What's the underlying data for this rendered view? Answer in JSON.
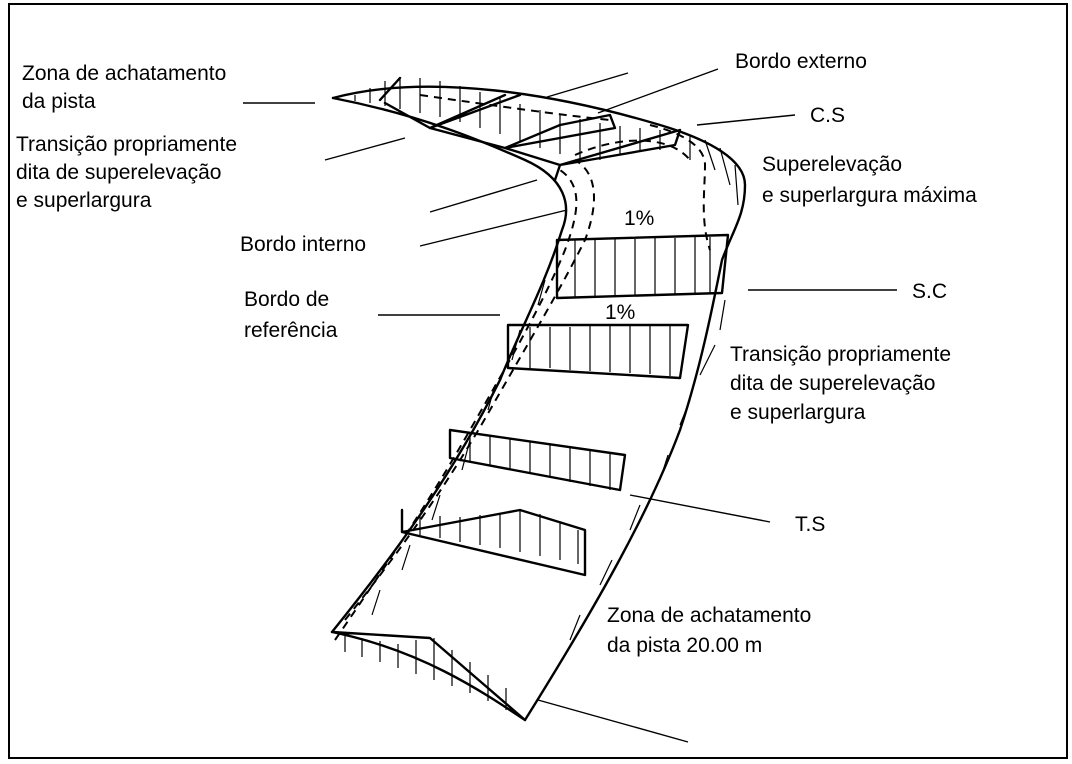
{
  "labels": {
    "zona_top_1": "Zona de achatamento",
    "zona_top_2": "da pista",
    "bordo_externo": "Bordo externo",
    "cs": "C.S",
    "trans_left_1": "Transição propriamente",
    "trans_left_2": "dita de superelevação",
    "trans_left_3": "e superlargura",
    "superelev_1": "Superelevação",
    "superelev_2": "e superlargura máxima",
    "pct_top": "1%",
    "bordo_interno": "Bordo interno",
    "sc": "S.C",
    "bordo_ref_1": "Bordo de",
    "bordo_ref_2": "referência",
    "pct_mid": "1%",
    "trans_right_1": "Transição propriamente",
    "trans_right_2": "dita de superelevação",
    "trans_right_3": "e superlargura",
    "ts": "T.S",
    "zona_bottom_1": "Zona de achatamento",
    "zona_bottom_2": "da pista 20.00 m"
  }
}
